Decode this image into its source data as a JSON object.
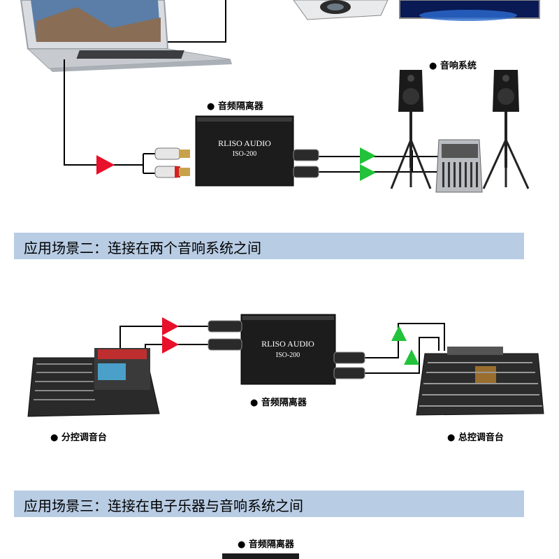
{
  "scene1": {
    "isolator_label": "● 音频隔离器",
    "speaker_label": "● 音响系统",
    "isolator_brand": "RLISO AUDIO",
    "isolator_model": "ISO-200"
  },
  "scene2": {
    "banner": "应用场景二：连接在两个音响系统之间",
    "isolator_label": "● 音频隔离器",
    "left_console_label": "● 分控调音台",
    "right_console_label": "● 总控调音台",
    "isolator_brand": "RLISO AUDIO",
    "isolator_model": "ISO-200"
  },
  "scene3": {
    "banner": "应用场景三：连接在电子乐器与音响系统之间",
    "isolator_label": "● 音频隔离器"
  },
  "colors": {
    "banner_bg": "#b8cce4",
    "arrow_red": "#e8102a",
    "arrow_green": "#22c23a",
    "device_dark": "#1c1c1c"
  }
}
